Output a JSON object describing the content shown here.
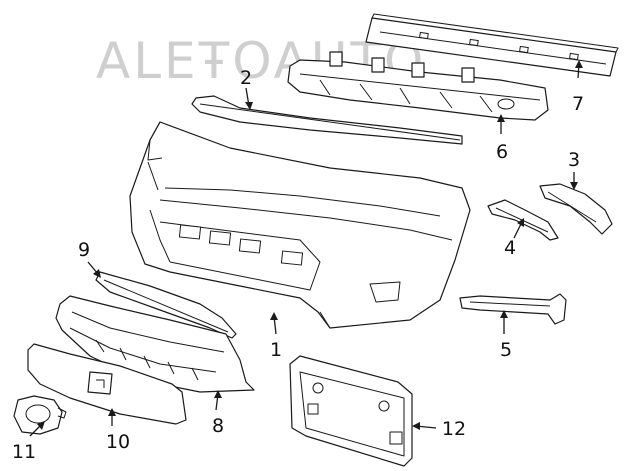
{
  "watermark": "ALEŦOAUTO",
  "callouts": [
    {
      "id": "1",
      "label": "1",
      "part": "front-bumper-fascia"
    },
    {
      "id": "2",
      "label": "2",
      "part": "upper-bumper-bracket"
    },
    {
      "id": "3",
      "label": "3",
      "part": "right-side-bracket"
    },
    {
      "id": "4",
      "label": "4",
      "part": "left-side-bracket"
    },
    {
      "id": "5",
      "label": "5",
      "part": "lower-side-bracket"
    },
    {
      "id": "6",
      "label": "6",
      "part": "energy-absorber"
    },
    {
      "id": "7",
      "label": "7",
      "part": "reinforcement-beam"
    },
    {
      "id": "8",
      "label": "8",
      "part": "lower-grille-support"
    },
    {
      "id": "9",
      "label": "9",
      "part": "grille-trim-strip"
    },
    {
      "id": "10",
      "label": "10",
      "part": "lower-grille"
    },
    {
      "id": "11",
      "label": "11",
      "part": "tow-hook-cover"
    },
    {
      "id": "12",
      "label": "12",
      "part": "license-plate-bracket"
    }
  ],
  "colors": {
    "line": "#1a1a1a",
    "fill": "#ffffff",
    "watermark": "#cfcfcf"
  }
}
